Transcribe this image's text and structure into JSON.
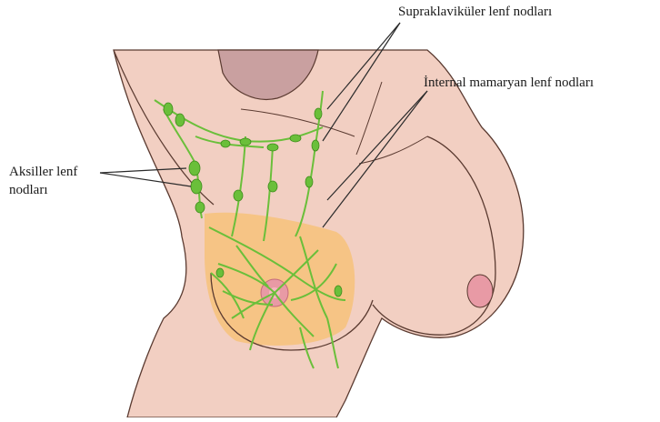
{
  "labels": {
    "supraclavicular": "Supraklaviküler lenf nodları",
    "internal_mammary": "İnternal mamaryan lenf nodları",
    "axillary_line1": "Aksiller lenf",
    "axillary_line2": "nodları"
  },
  "colors": {
    "skin": "#f2cfc2",
    "skin_outline": "#5a3a30",
    "hair": "#c9a0a0",
    "breast_tissue": "#f7c27a",
    "lymph": "#6abf3a",
    "nipple": "#e89aa5",
    "pointer_line": "#2a2a2a"
  },
  "icons": [
    "breast-anatomy-illustration",
    "lymph-node-network"
  ]
}
